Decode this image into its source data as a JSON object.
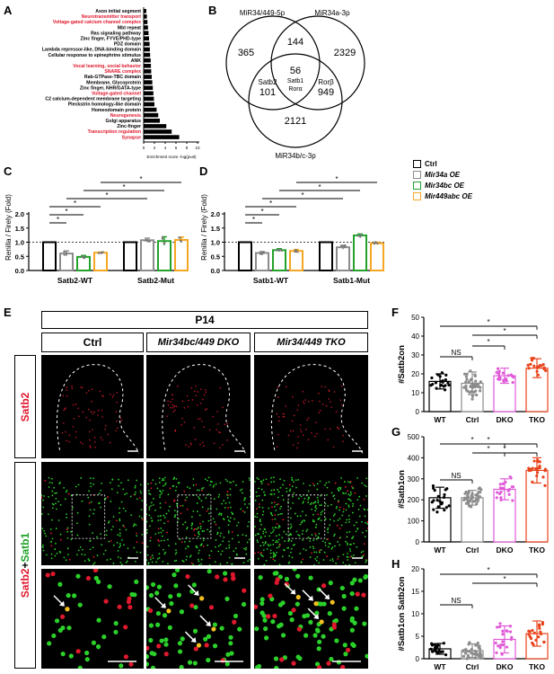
{
  "panels": {
    "A": "A",
    "B": "B",
    "C": "C",
    "D": "D",
    "E": "E",
    "F": "F",
    "G": "G",
    "H": "H"
  },
  "panelA": {
    "categories": [
      "Axon initial segment",
      "Neurotransmitter transport",
      "Voltage-gated calcium channel complex",
      "Mbt repeat",
      "Ras signaling pathway",
      "Zinc finger, FYVE/PHD-type",
      "PDZ domain",
      "Lambda repressor-like, DNA-binding domain",
      "Cellular response to epinephrine stimulus",
      "ANK",
      "Vocal learning, social behavior",
      "SNARE complex",
      "Rab-GTPase-TBC domain",
      "Membrane, Glycoprotein",
      "Zinc finger, NHR/GATA-type",
      "Voltage-gated channel",
      "C2 calcium-dependent membrane targeting",
      "Pleckstrin homology-like domain",
      "Homeodomain protein",
      "Neurogenesis",
      "Golgi apparatus",
      "Zinc-finger",
      "Transcription regulation",
      "Synapse"
    ],
    "red_indices": [
      1,
      2,
      10,
      11,
      15,
      19,
      22,
      23
    ],
    "values": [
      0.5,
      0.6,
      0.7,
      0.8,
      0.9,
      1.0,
      1.1,
      1.15,
      1.2,
      1.3,
      1.35,
      1.4,
      1.5,
      1.6,
      1.7,
      1.8,
      1.9,
      2.0,
      2.4,
      2.7,
      3.0,
      4.2,
      5.2,
      6.6
    ],
    "xlabel": "Enrichment score -log(pval)",
    "ticks": [
      "0",
      "2",
      "4",
      "6",
      "8",
      "10"
    ],
    "xlim": [
      0,
      10
    ],
    "bar_color": "#000000",
    "red_color": "#e0182d"
  },
  "panelB": {
    "labels": {
      "top_left": "MiR34/449-5p",
      "top_right": "MiR34a-3p",
      "bottom": "MiR34b/c-3p"
    },
    "counts": {
      "a": "365",
      "ab": "144",
      "b": "2329",
      "center": "56",
      "ac": "101",
      "bc": "949",
      "c": "2121"
    },
    "genes": {
      "satb2": "Satb2",
      "satb1": "Satb1",
      "rorb": "Rorβ",
      "rora": "Rorα"
    }
  },
  "bar_colors": {
    "ctrl": "#000000",
    "mir34a": "#8c8c8c",
    "mir34bc": "#22a22a",
    "mir449abc": "#f5a623"
  },
  "panelC": {
    "ylabel": "Renilla / Firely (Fold)",
    "groups": [
      "Satb2-WT",
      "Satb2-Mut"
    ],
    "ticks": [
      "0.0",
      "0.5",
      "1.0",
      "1.5",
      "2.0"
    ],
    "ylim": [
      0,
      2
    ],
    "values": [
      [
        1.0,
        0.6,
        0.48,
        0.63
      ],
      [
        1.0,
        1.07,
        1.04,
        1.08
      ]
    ],
    "errors": [
      [
        0,
        0.09,
        0.05,
        0.02
      ],
      [
        0,
        0.07,
        0.15,
        0.1
      ]
    ],
    "star": "*"
  },
  "panelD": {
    "ylabel": "Renilla / Firely (Fold)",
    "groups": [
      "Satb1-WT",
      "Satb1-Mut"
    ],
    "ticks": [
      "0.0",
      "0.5",
      "1.0",
      "1.5",
      "2.0"
    ],
    "ylim": [
      0,
      2
    ],
    "values": [
      [
        1.0,
        0.62,
        0.72,
        0.69
      ],
      [
        1.0,
        0.82,
        1.24,
        0.96
      ]
    ],
    "errors": [
      [
        0,
        0.05,
        0.05,
        0.05
      ],
      [
        0,
        0.07,
        0.05,
        0.04
      ]
    ],
    "star": "*"
  },
  "legend": [
    {
      "label": "Ctrl",
      "key": "ctrl"
    },
    {
      "label": "Mir34a OE",
      "key": "mir34a"
    },
    {
      "label": "Mir34bc OE",
      "key": "mir34bc"
    },
    {
      "label": "Mir449abc OE",
      "key": "mir449abc"
    }
  ],
  "panelE": {
    "age": "P14",
    "columns": [
      "Ctrl",
      "Mir34bc/449 DKO",
      "Mir34/449 TKO"
    ],
    "rows": [
      "Satb2",
      "Satb2+Satb1"
    ],
    "row_colors": {
      "satb2": "#e0182d",
      "satb1": "#22a22a"
    }
  },
  "dot_colors": {
    "wt": "#000000",
    "ctrl": "#8c8c8c",
    "dko": "#e05ad8",
    "tko": "#e8431a"
  },
  "panelF": {
    "ylabel": "#Satb2on",
    "categories": [
      "WT",
      "Ctrl",
      "DKO",
      "TKO"
    ],
    "ticks": [
      "0",
      "10",
      "20",
      "30",
      "40",
      "50"
    ],
    "ylim": [
      0,
      50
    ],
    "means": [
      16,
      15,
      19,
      23
    ],
    "sd": [
      4,
      6,
      4,
      5
    ],
    "ns": "NS",
    "star": "*"
  },
  "panelG": {
    "ylabel": "#Satb1on",
    "categories": [
      "WT",
      "Ctrl",
      "DKO",
      "TKO"
    ],
    "ticks": [
      "0",
      "100",
      "200",
      "300",
      "400",
      "500"
    ],
    "ylim": [
      0,
      500
    ],
    "means": [
      210,
      210,
      250,
      340
    ],
    "sd": [
      50,
      35,
      50,
      60
    ],
    "ns": "NS",
    "star": "*"
  },
  "panelH": {
    "ylabel": "#Satb1on Satb2on",
    "categories": [
      "WT",
      "Ctrl",
      "DKO",
      "TKO"
    ],
    "ticks": [
      "0",
      "5",
      "10",
      "15",
      "20"
    ],
    "ylim": [
      0,
      20
    ],
    "means": [
      2.2,
      1.8,
      4.3,
      5.6
    ],
    "sd": [
      1.2,
      1.5,
      3.0,
      2.8
    ],
    "ns": "NS",
    "star": "*"
  }
}
